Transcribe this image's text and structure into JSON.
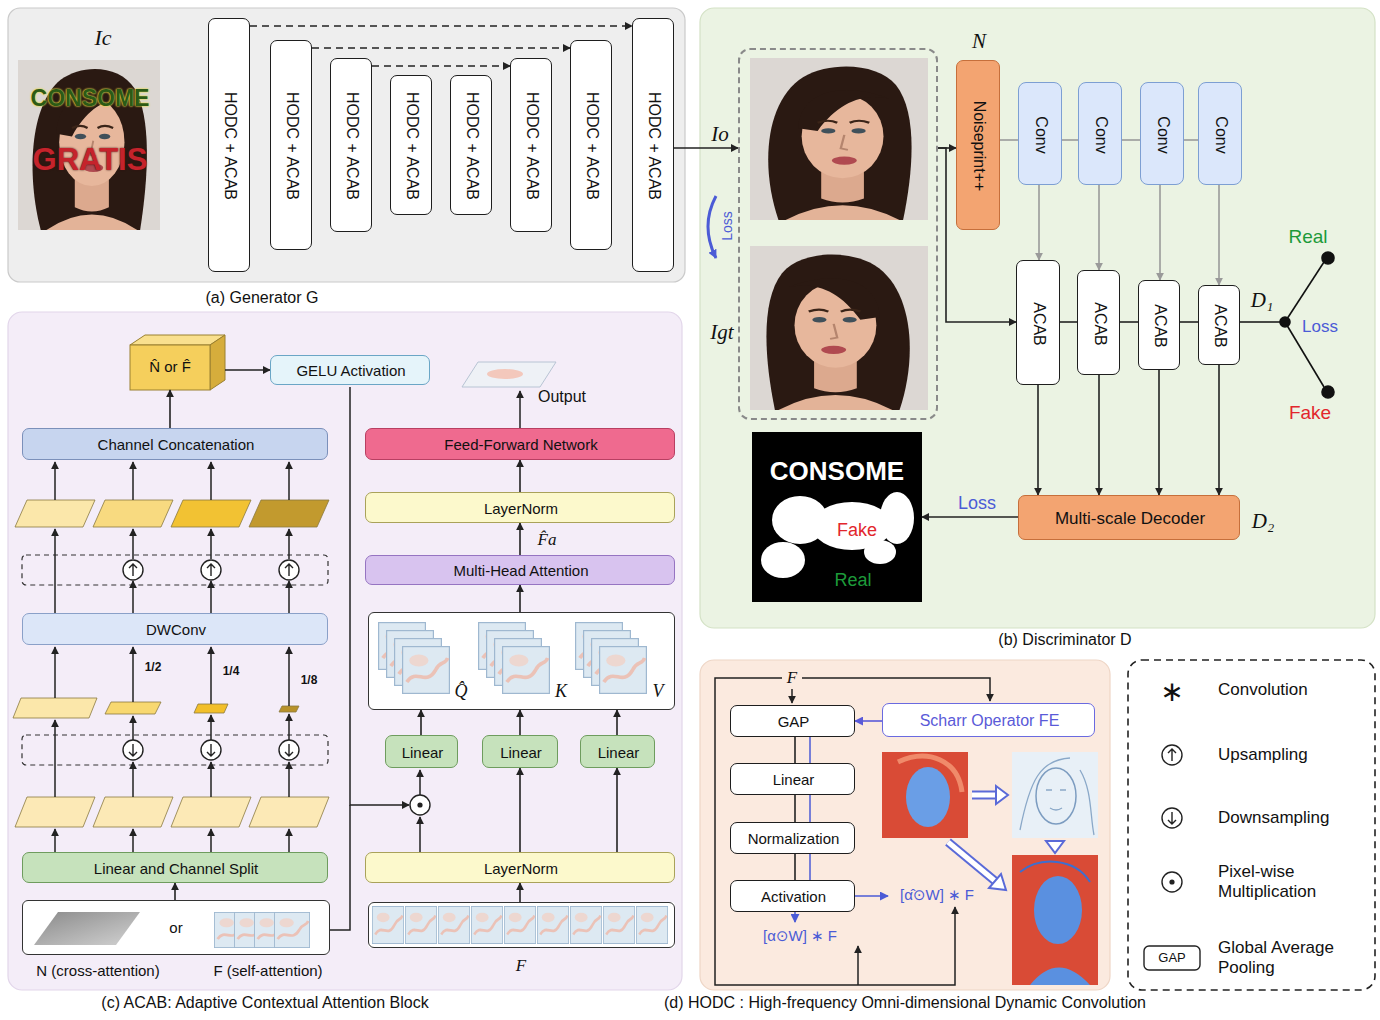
{
  "diagram": {
    "nodes": [
      {
        "text": [
          "(a) Generator G"
        ]
      },
      {
        "text": [
          "Ic"
        ],
        "in": 0
      },
      {
        "text": [
          "HODC + ACAB"
        ],
        "in": 0
      },
      {
        "text": [
          "HODC + ACAB"
        ],
        "in": 0
      },
      {
        "text": [
          "HODC + ACAB"
        ],
        "in": 0
      },
      {
        "text": [
          "HODC + ACAB"
        ],
        "in": 0
      },
      {
        "text": [
          "HODC + ACAB"
        ],
        "in": 0
      },
      {
        "text": [
          "HODC + ACAB"
        ],
        "in": 0
      },
      {
        "text": [
          "HODC + ACAB"
        ],
        "in": 0
      },
      {
        "text": [
          "HODC + ACAB"
        ],
        "in": 0
      },
      {
        "text": [
          "(b) Discriminator D"
        ]
      },
      {
        "text": [
          "Io",
          "Igt"
        ],
        "in": 10
      },
      {
        "text": [
          "N",
          "Noiseprint++"
        ],
        "in": 10
      },
      {
        "text": [
          "Conv"
        ],
        "in": 10
      },
      {
        "text": [
          "Conv"
        ],
        "in": 10
      },
      {
        "text": [
          "Conv"
        ],
        "in": 10
      },
      {
        "text": [
          "Conv"
        ],
        "in": 10
      },
      {
        "text": [
          "ACAB"
        ],
        "in": 10
      },
      {
        "text": [
          "ACAB"
        ],
        "in": 10
      },
      {
        "text": [
          "ACAB"
        ],
        "in": 10
      },
      {
        "text": [
          "ACAB"
        ],
        "in": 10
      },
      {
        "text": [
          "Multi-scale Decoder",
          "D₂"
        ],
        "in": 10
      },
      {
        "text": [
          "CONSOME",
          "Fake",
          "Real"
        ],
        "in": 10
      },
      {
        "text": [
          "(c) ACAB: Adaptive Contextual Attention Block"
        ]
      },
      {
        "text": [
          "N̂ or F̂"
        ],
        "in": 23
      },
      {
        "text": [
          "GELU Activation"
        ],
        "in": 23
      },
      {
        "text": [
          "Channel Concatenation"
        ],
        "in": 23
      },
      {
        "text": [
          "DWConv"
        ],
        "in": 23
      },
      {
        "text": [
          "Linear and Channel Split"
        ],
        "in": 23
      },
      {
        "text": [
          "N (cross-attention)",
          "or",
          "F (self-attention)"
        ],
        "in": 23
      },
      {
        "text": [
          "Feed-Forward Network"
        ],
        "in": 23
      },
      {
        "text": [
          "LayerNorm"
        ],
        "in": 23
      },
      {
        "text": [
          "Multi-Head Attention"
        ],
        "in": 23
      },
      {
        "text": [
          "Q̂",
          "K",
          "V"
        ],
        "in": 23
      },
      {
        "text": [
          "Linear"
        ],
        "in": 23
      },
      {
        "text": [
          "Linear"
        ],
        "in": 23
      },
      {
        "text": [
          "Linear"
        ],
        "in": 23
      },
      {
        "text": [
          "LayerNorm"
        ],
        "in": 23
      },
      {
        "text": [
          "F"
        ],
        "in": 23
      },
      {
        "text": [
          "(d) HODC : High-frequency Omni-dimensional Dynamic Convolution"
        ]
      },
      {
        "text": [
          "GAP"
        ],
        "in": 39
      },
      {
        "text": [
          "Scharr Operator FE"
        ],
        "in": 39
      },
      {
        "text": [
          "Linear"
        ],
        "in": 39
      },
      {
        "text": [
          "Normalization"
        ],
        "in": 39
      },
      {
        "text": [
          "Activation"
        ],
        "in": 39
      }
    ],
    "edges": [
      {
        "from": 2,
        "to": 9,
        "arrow": "to"
      },
      {
        "from": 3,
        "to": 8,
        "arrow": "to"
      },
      {
        "from": 4,
        "to": 7,
        "arrow": "to"
      },
      {
        "from": 9,
        "to": 11,
        "arrow": "to"
      },
      {
        "from": 11,
        "to": 12,
        "arrow": "to"
      },
      {
        "from": 11,
        "to": 17,
        "arrow": "to"
      },
      {
        "from": 12,
        "to": 13,
        "arrow": "none"
      },
      {
        "from": 13,
        "to": 14,
        "arrow": "none"
      },
      {
        "from": 14,
        "to": 15,
        "arrow": "none"
      },
      {
        "from": 15,
        "to": 16,
        "arrow": "none"
      },
      {
        "from": 13,
        "to": 17,
        "arrow": "to"
      },
      {
        "from": 14,
        "to": 18,
        "arrow": "to"
      },
      {
        "from": 15,
        "to": 19,
        "arrow": "to"
      },
      {
        "from": 16,
        "to": 20,
        "arrow": "to"
      },
      {
        "from": 17,
        "to": 18,
        "arrow": "none"
      },
      {
        "from": 18,
        "to": 19,
        "arrow": "none"
      },
      {
        "from": 19,
        "to": 20,
        "arrow": "none"
      },
      {
        "from": 17,
        "to": 21,
        "arrow": "to"
      },
      {
        "from": 18,
        "to": 21,
        "arrow": "to"
      },
      {
        "from": 19,
        "to": 21,
        "arrow": "to"
      },
      {
        "from": 20,
        "to": 21,
        "arrow": "to"
      },
      {
        "from": 21,
        "to": 22,
        "arrow": "to",
        "label": "Loss"
      },
      {
        "from": 29,
        "to": 28,
        "arrow": "to"
      },
      {
        "from": 26,
        "to": 24,
        "arrow": "to"
      },
      {
        "from": 24,
        "to": 25,
        "arrow": "to"
      },
      {
        "from": 38,
        "to": 37,
        "arrow": "to"
      },
      {
        "from": 37,
        "to": 35,
        "arrow": "to"
      },
      {
        "from": 37,
        "to": 36,
        "arrow": "to"
      },
      {
        "from": 34,
        "to": 33,
        "arrow": "to"
      },
      {
        "from": 35,
        "to": 33,
        "arrow": "to"
      },
      {
        "from": 36,
        "to": 33,
        "arrow": "to"
      },
      {
        "from": 33,
        "to": 32,
        "arrow": "to"
      },
      {
        "from": 32,
        "to": 31,
        "arrow": "to"
      },
      {
        "from": 31,
        "to": 30,
        "arrow": "to"
      },
      {
        "from": 41,
        "to": 40,
        "arrow": "to"
      },
      {
        "from": 40,
        "to": 42,
        "arrow": "none"
      },
      {
        "from": 42,
        "to": 43,
        "arrow": "none"
      },
      {
        "from": 43,
        "to": 44,
        "arrow": "none"
      }
    ],
    "labels": [
      "CONSOME",
      "GRATIS",
      "Loss",
      "D₁",
      "Real",
      "Loss",
      "Fake",
      "1/2",
      "1/4",
      "1/8",
      "F̂a",
      "Output",
      "F",
      "[α̂⊙W] ∗ F",
      "[α⊙W] ∗ F",
      "∗",
      "GAP"
    ],
    "legend": [
      {
        "text": "Convolution"
      },
      {
        "text": "Upsampling"
      },
      {
        "text": "Downsampling"
      },
      {
        "text": "Pixel-wise Multiplication"
      },
      {
        "text": "Global Average Pooling"
      }
    ]
  }
}
